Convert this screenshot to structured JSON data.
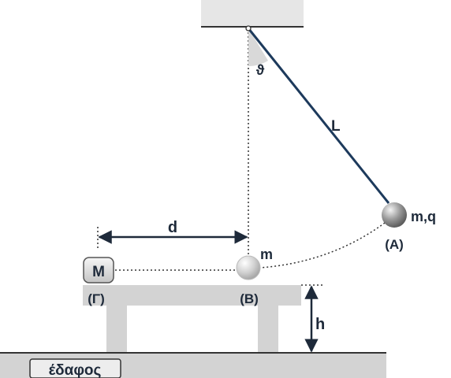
{
  "labels": {
    "theta": "ϑ",
    "length": "L",
    "ball_a_props": "m,q",
    "point_a": "(A)",
    "ball_b_mass": "m",
    "point_b": "(B)",
    "block_mass": "M",
    "point_gamma": "(Γ)",
    "distance": "d",
    "height": "h",
    "ground": "έδαφος"
  },
  "colors": {
    "string": "#1d3a5c",
    "ink": "#1e2a3a",
    "table": "#d3d3d3",
    "ceiling": "#e6e6e6"
  }
}
